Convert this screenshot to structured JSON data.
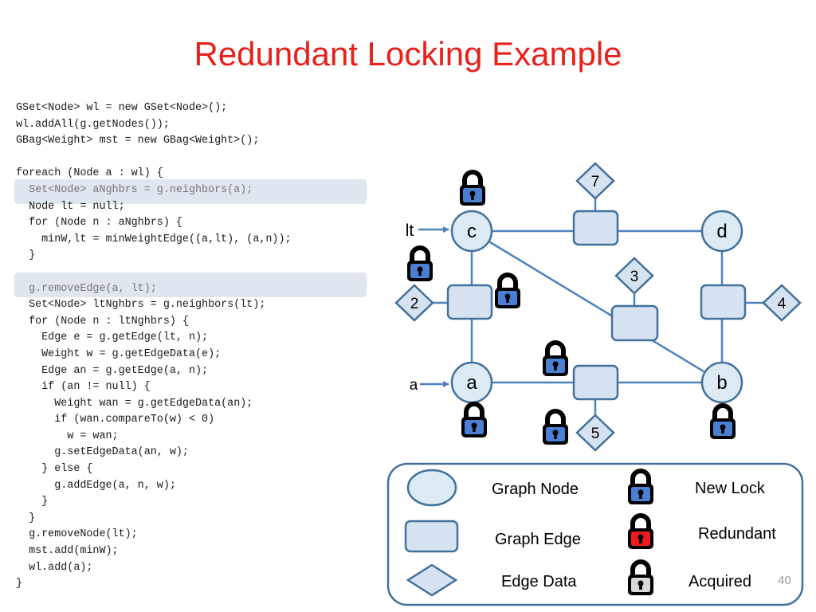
{
  "title": "Redundant Locking Example",
  "code_lines": [
    "GSet<Node> wl = new GSet<Node>();",
    "wl.addAll(g.getNodes());",
    "GBag<Weight> mst = new GBag<Weight>();",
    "",
    "foreach (Node a : wl) {",
    "  Set<Node> aNghbrs = g.neighbors(a);",
    "  Node lt = null;",
    "  for (Node n : aNghbrs) {",
    "    minW,lt = minWeightEdge((a,lt), (a,n));",
    "  }",
    "",
    "  g.removeEdge(a, lt);",
    "  Set<Node> ltNghbrs = g.neighbors(lt);",
    "  for (Node n : ltNghbrs) {",
    "    Edge e = g.getEdge(lt, n);",
    "    Weight w = g.getEdgeData(e);",
    "    Edge an = g.getEdge(a, n);",
    "    if (an != null) {",
    "      Weight wan = g.getEdgeData(an);",
    "      if (wan.compareTo(w) < 0)",
    "        w = wan;",
    "      g.setEdgeData(an, w);",
    "    } else {",
    "      g.addEdge(a, n, w);",
    "    }",
    "  }",
    "  g.removeNode(lt);",
    "  mst.add(minW);",
    "  wl.add(a);",
    "}"
  ],
  "highlighted_lines": [
    5,
    11
  ],
  "graph": {
    "nodes": {
      "c": "c",
      "d": "d",
      "a": "a",
      "b": "b"
    },
    "edge_data": {
      "top": "7",
      "diag": "3",
      "left": "2",
      "right": "4",
      "bottom": "5"
    },
    "pointers": {
      "lt": "lt",
      "a": "a"
    }
  },
  "legend": {
    "graph_node": "Graph Node",
    "graph_edge": "Graph Edge",
    "edge_data": "Edge Data",
    "new_lock": "New Lock",
    "redundant": "Redundant",
    "acquired": "Acquired"
  },
  "colors": {
    "title": "#e8201a",
    "node_fill": "#dceaf3",
    "edge_fill": "#d6e2ef",
    "stroke": "#41719c",
    "lock_new": "#4a7fd4",
    "lock_redundant": "#ee1c1c",
    "lock_acquired": "#d9d9d9",
    "code_highlight": "#dfe6f0"
  },
  "icons": {
    "lock": "padlock-icon"
  },
  "page_number": "40"
}
